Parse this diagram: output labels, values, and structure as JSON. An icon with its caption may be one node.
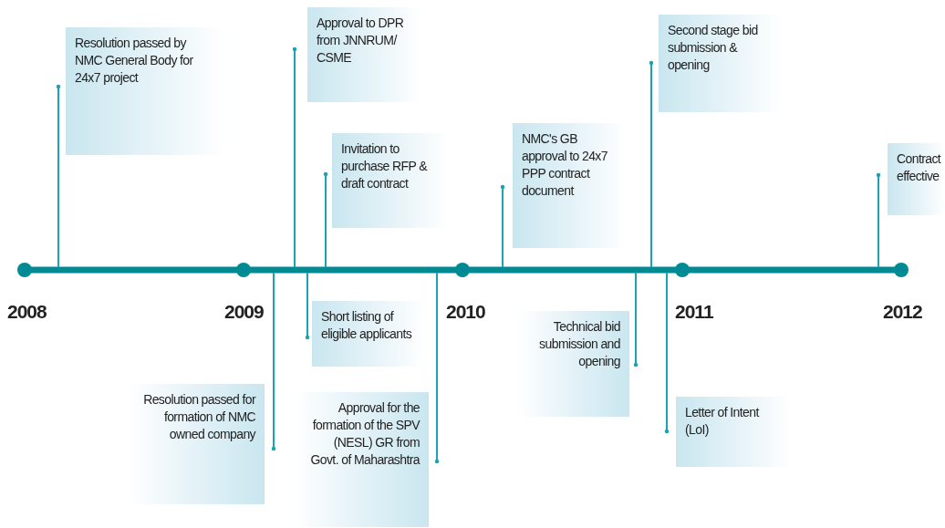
{
  "diagram": {
    "nodes": [
      {
        "text": [
          "Resolution passed by NMC General Body for 24x7 project"
        ]
      },
      {
        "text": [
          "Approval to DPR from JNNRUM/ CSME"
        ]
      },
      {
        "text": [
          "Invitation to purchase RFP & draft contract"
        ]
      },
      {
        "text": [
          "NMC's GB approval to 24x7 PPP contract document"
        ]
      },
      {
        "text": [
          "Second stage bid submission & opening"
        ]
      },
      {
        "text": [
          "Contract effective"
        ]
      },
      {
        "text": [
          "Resolution passed for formation of NMC owned company"
        ]
      },
      {
        "text": [
          "Short listing of eligible applicants"
        ]
      },
      {
        "text": [
          "Approval for the formation of the SPV (NESL) GR from Govt. of Maharashtra"
        ]
      },
      {
        "text": [
          "Technical bid submission and opening"
        ]
      },
      {
        "text": [
          "Letter of Intent (LoI)"
        ]
      }
    ],
    "edges": [
      {
        "from": 0,
        "to": null,
        "arrow": "other"
      },
      {
        "from": 1,
        "to": null,
        "arrow": "other"
      },
      {
        "from": 2,
        "to": null,
        "arrow": "other"
      },
      {
        "from": 3,
        "to": null,
        "arrow": "other"
      },
      {
        "from": 4,
        "to": null,
        "arrow": "other"
      },
      {
        "from": 5,
        "to": null,
        "arrow": "other"
      },
      {
        "from": 6,
        "to": null,
        "arrow": "other"
      },
      {
        "from": 7,
        "to": null,
        "arrow": "other"
      },
      {
        "from": 8,
        "to": null,
        "arrow": "other"
      },
      {
        "from": 9,
        "to": null,
        "arrow": "other"
      },
      {
        "from": 10,
        "to": null,
        "arrow": "other"
      }
    ],
    "labels": [
      "2008",
      "2009",
      "2010",
      "2011",
      "2012"
    ]
  }
}
